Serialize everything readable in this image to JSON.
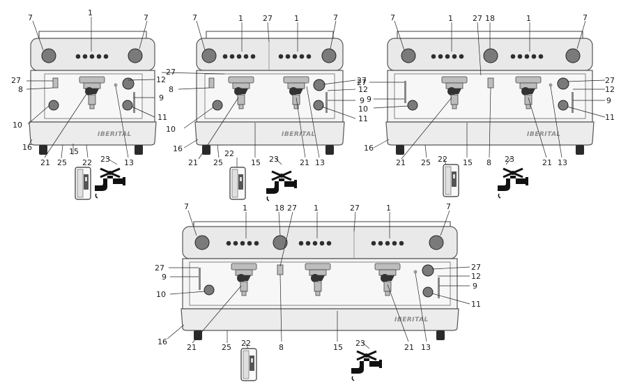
{
  "brand_text": "IBERITAL",
  "callouts": {
    "c1": "1",
    "c7": "7",
    "c8": "8",
    "c9": "9",
    "c10": "10",
    "c11": "11",
    "c12": "12",
    "c13": "13",
    "c15": "15",
    "c16": "16",
    "c18": "18",
    "c21": "21",
    "c22": "22",
    "c23": "23",
    "c25": "25",
    "c27": "27"
  },
  "machines": [
    {
      "name": "one-group",
      "groups": 1
    },
    {
      "name": "two-group",
      "groups": 2
    },
    {
      "name": "two-group-wide",
      "groups": 2
    },
    {
      "name": "three-group",
      "groups": 3
    }
  ],
  "icons": [
    "water-filter-icon",
    "water-tap-icon"
  ]
}
